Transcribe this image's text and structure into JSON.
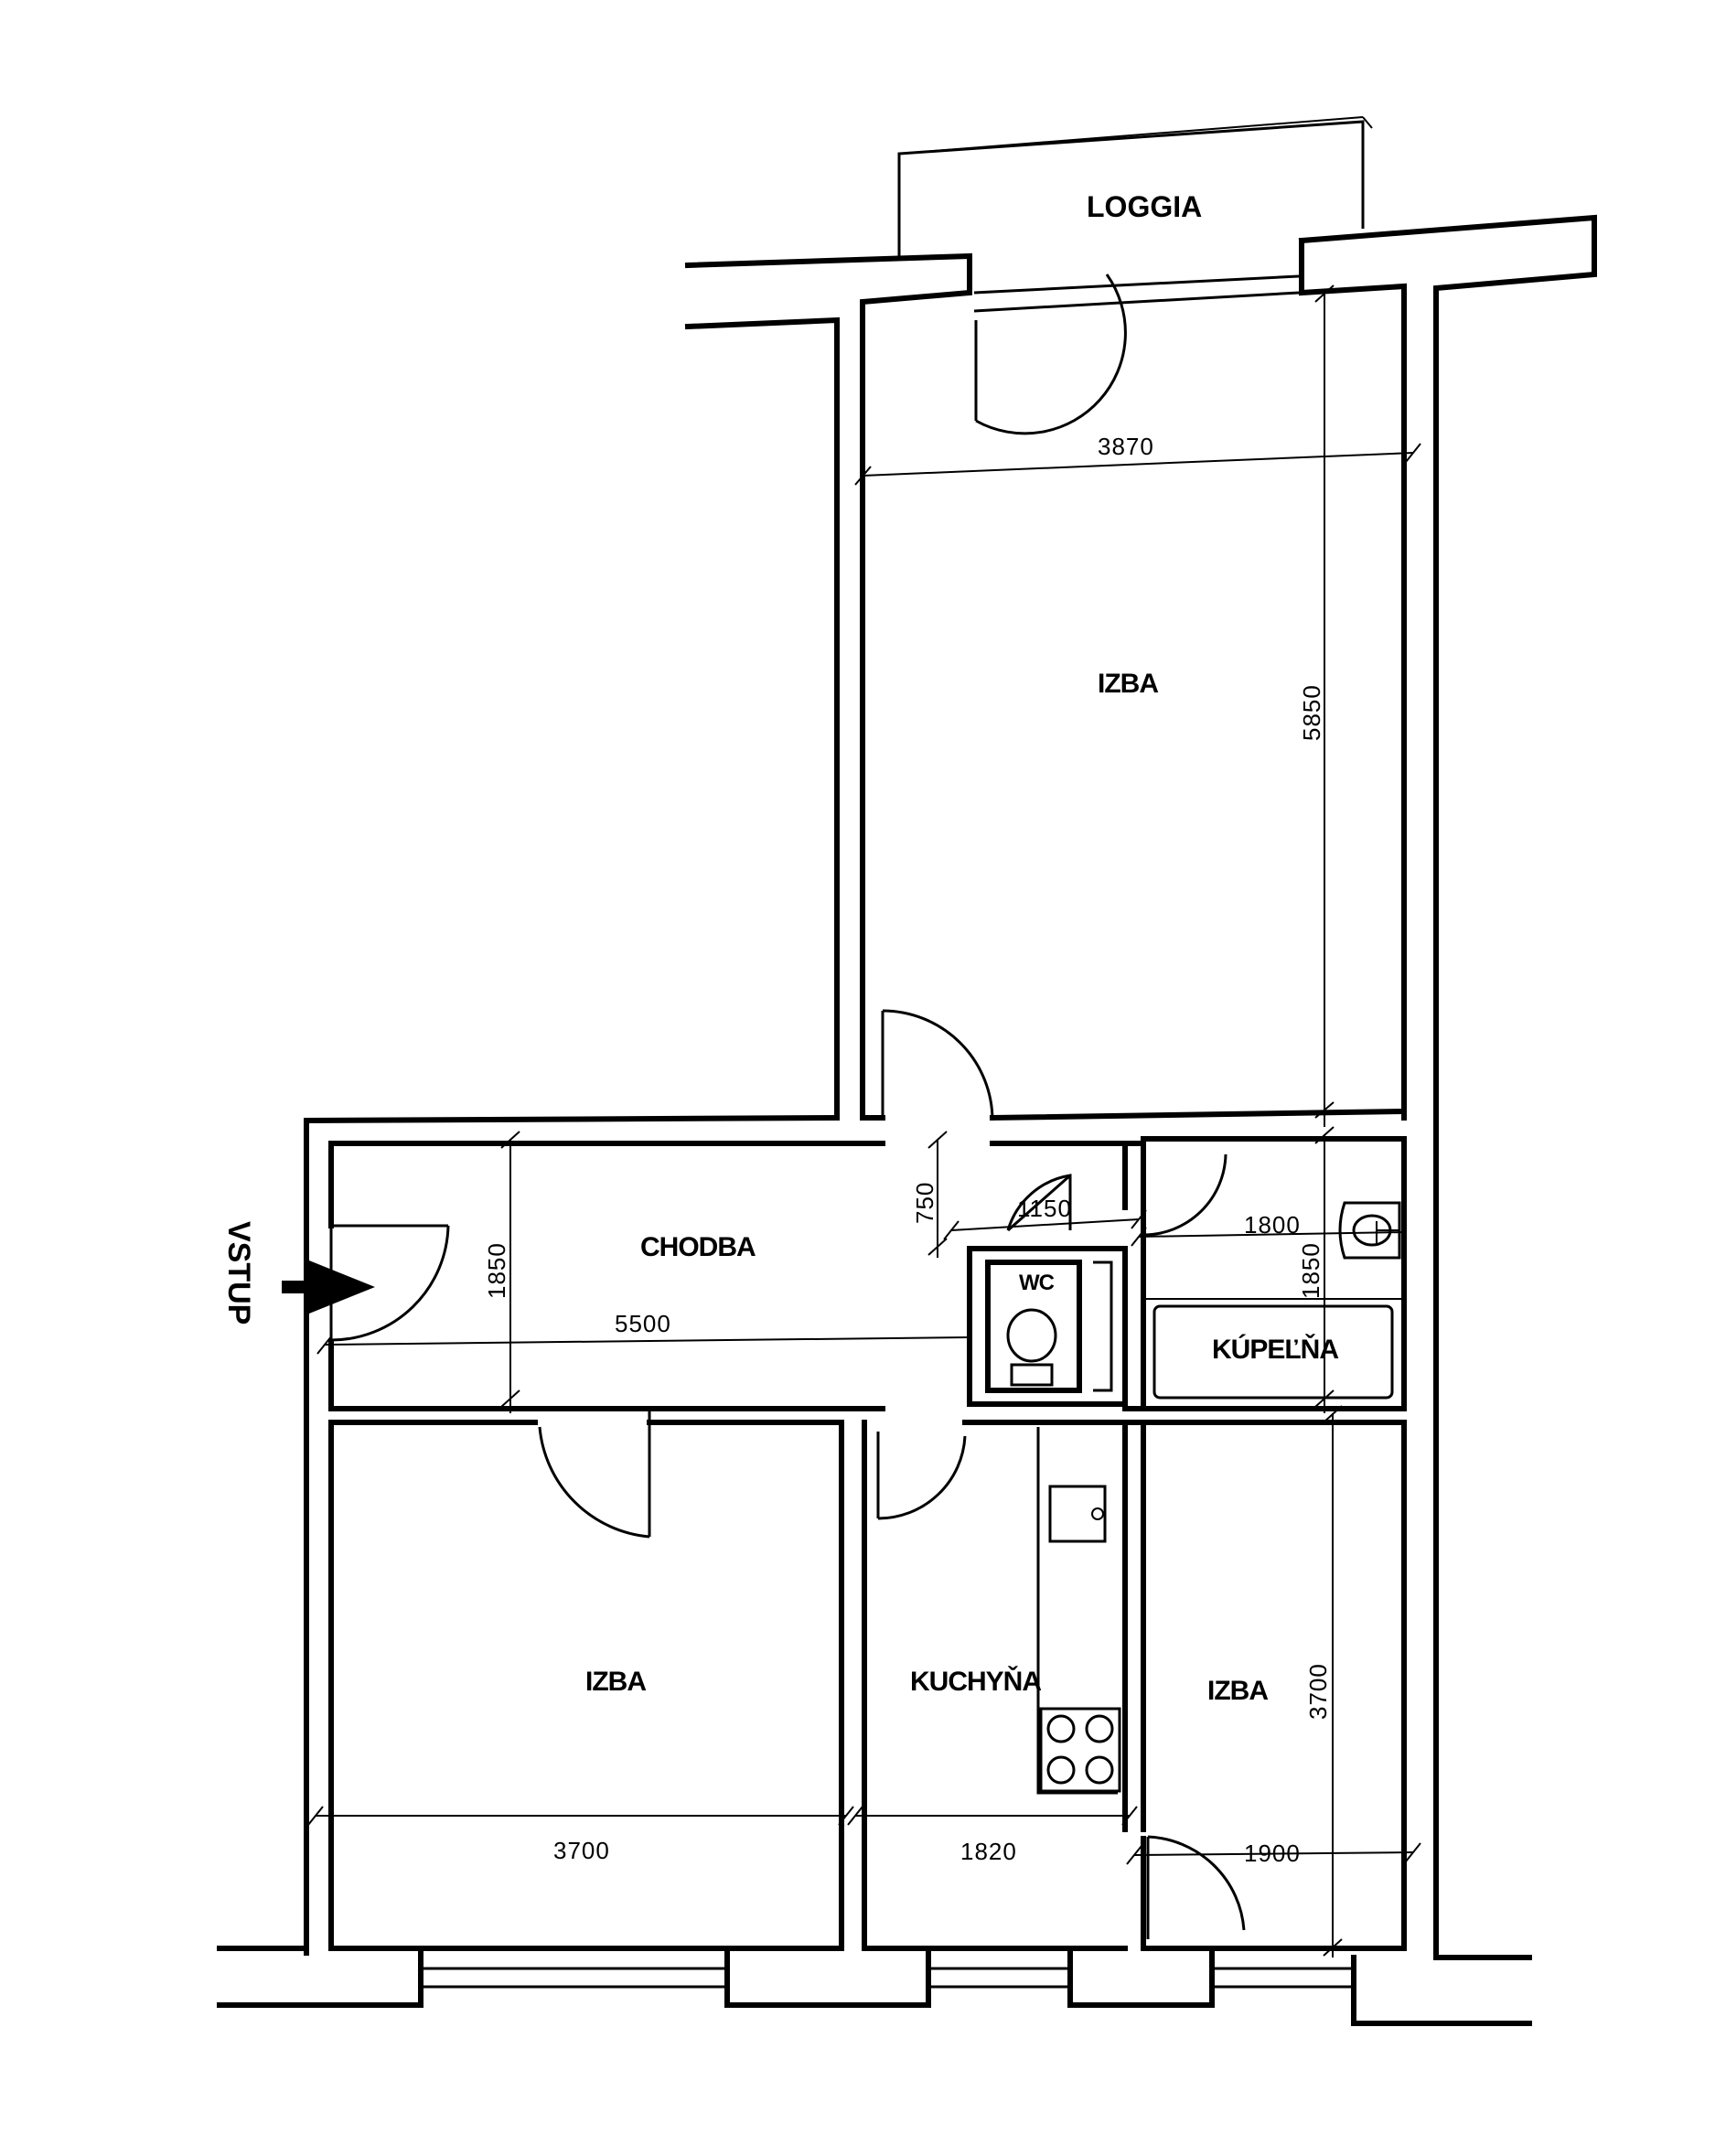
{
  "rooms": {
    "loggia": "LOGGIA",
    "izba_top": "IZBA",
    "chodba": "CHODBA",
    "wc": "WC",
    "kupelna": "KÚPEĽŇA",
    "izba_left": "IZBA",
    "kuchyna": "KUCHYŇA",
    "izba_right": "IZBA"
  },
  "entry": {
    "label": "VSTUP"
  },
  "dimensions": {
    "izba_top_width": "3870",
    "izba_top_length": "5850",
    "chodba_width": "1850",
    "chodba_length": "5500",
    "corridor_gap": "750",
    "wc_width": "1150",
    "kupelna_width": "1800",
    "kupelna_length": "1850",
    "izba_left_width": "3700",
    "kuchyna_width": "1820",
    "izba_right_width": "1900",
    "izba_right_length": "3700"
  }
}
